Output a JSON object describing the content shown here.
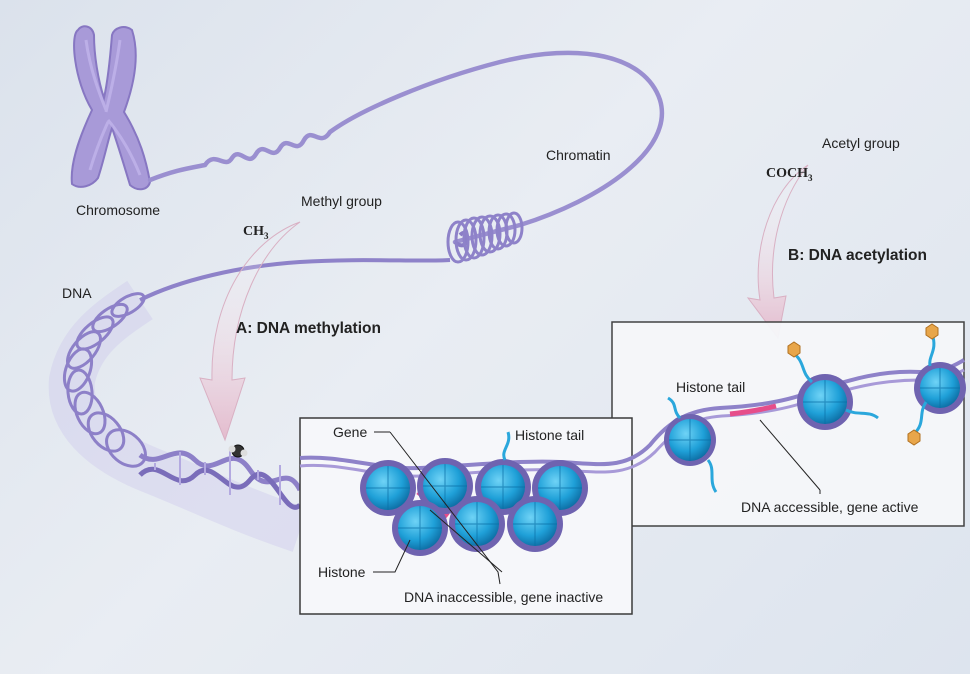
{
  "labels": {
    "chromosome": "Chromosome",
    "chromatin": "Chromatin",
    "dna": "DNA",
    "methyl_group": "Methyl group",
    "methyl_formula": "CH",
    "methyl_formula_sub": "3",
    "acetyl_group": "Acetyl group",
    "acetyl_formula": "COCH",
    "acetyl_formula_sub": "3",
    "dna_methylation": "A: DNA methylation",
    "dna_acetylation": "B: DNA acetylation",
    "gene": "Gene",
    "histone_tail_left": "Histone tail",
    "histone_tail_right": "Histone tail",
    "histone": "Histone",
    "dna_inaccessible": "DNA inaccessible, gene inactive",
    "dna_accessible": "DNA accessible, gene active"
  },
  "colors": {
    "dna_purple": "#9a8fd0",
    "dna_dark": "#6f63b0",
    "histone_blue": "#2aa7dc",
    "histone_dark": "#0b6fa6",
    "gene_pink": "#e64d8a",
    "acetyl_orange": "#e8a64a",
    "arrow_pink": "#e9c6d4",
    "panel_bg": "#f6f7fa"
  }
}
